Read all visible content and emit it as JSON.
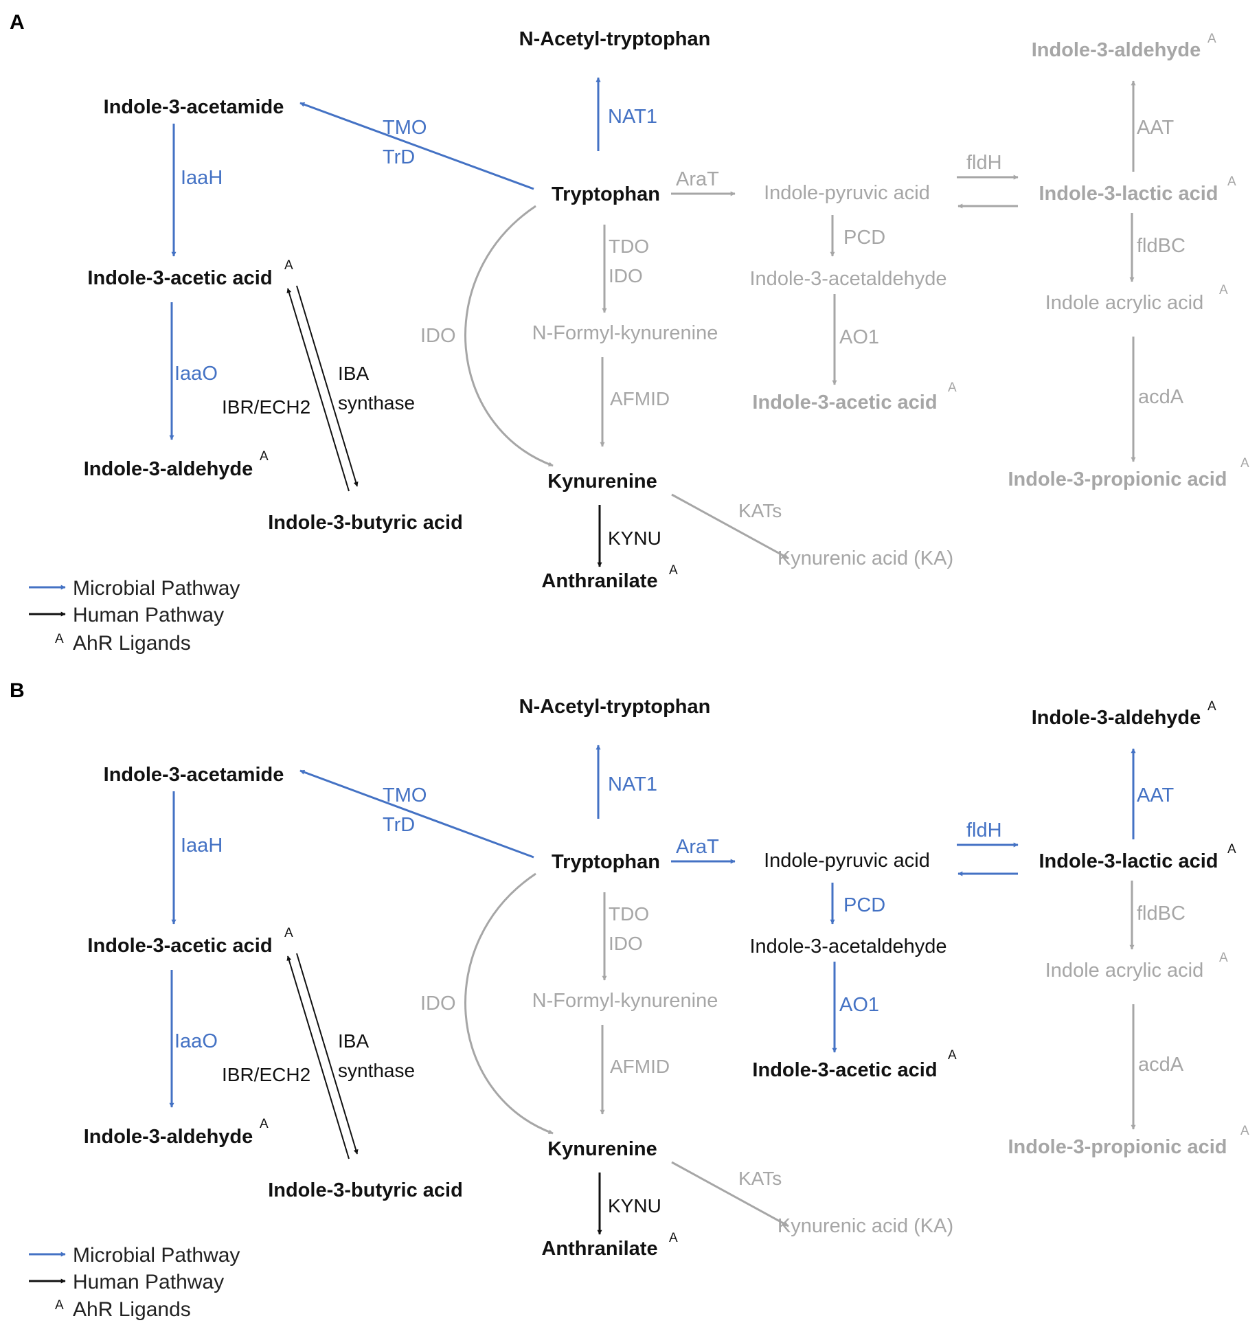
{
  "colors": {
    "blue": "#4472c4",
    "black": "#111111",
    "gray": "#a6a6a6",
    "dark_gray": "#7f7f7f"
  },
  "superscript": "A",
  "legend": {
    "microbial": "Microbial Pathway",
    "human": "Human Pathway",
    "ahr": "AhR Ligands"
  },
  "panels": [
    {
      "label": "A",
      "nodes": {
        "n_acetyl_trp": "N-Acetyl-tryptophan",
        "ind3_acetamide": "Indole-3-acetamide",
        "tryptophan": "Tryptophan",
        "ind3_acetic_left": "Indole-3-acetic acid",
        "ind3_aldehyde_left": "Indole-3-aldehyde",
        "ind3_butyric": "Indole-3-butyric acid",
        "n_formyl_kyn": "N-Formyl-kynurenine",
        "kynurenine": "Kynurenine",
        "anthranilate": "Anthranilate",
        "kynurenic": "Kynurenic acid (KA)",
        "ind_pyruvic": "Indole-pyruvic acid",
        "ind3_acetaldehyde": "Indole-3-acetaldehyde",
        "ind3_acetic_mid": "Indole-3-acetic acid",
        "ind3_aldehyde_right": "Indole-3-aldehyde",
        "ind3_lactic": "Indole-3-lactic acid",
        "ind_acrylic": "Indole acrylic acid",
        "ind3_propionic": "Indole-3-propionic acid"
      },
      "enzymes": {
        "nat1": "NAT1",
        "tmo": "TMO",
        "trd": "TrD",
        "iaah": "IaaH",
        "iaao": "IaaO",
        "ibr_ech2": "IBR/ECH2",
        "iba1": "IBA",
        "iba2": "synthase",
        "arat": "AraT",
        "tdo": "TDO",
        "ido_small": "IDO",
        "ido_arc": "IDO",
        "afmid": "AFMID",
        "kynu": "KYNU",
        "kats": "KATs",
        "pcd": "PCD",
        "ao1": "AO1",
        "fldh": "fldH",
        "aat": "AAT",
        "fldbc": "fldBC",
        "acda": "acdA"
      }
    },
    {
      "label": "B",
      "nodes": {
        "n_acetyl_trp": "N-Acetyl-tryptophan",
        "ind3_acetamide": "Indole-3-acetamide",
        "tryptophan": "Tryptophan",
        "ind3_acetic_left": "Indole-3-acetic acid",
        "ind3_aldehyde_left": "Indole-3-aldehyde",
        "ind3_butyric": "Indole-3-butyric acid",
        "n_formyl_kyn": "N-Formyl-kynurenine",
        "kynurenine": "Kynurenine",
        "anthranilate": "Anthranilate",
        "kynurenic": "Kynurenic acid (KA)",
        "ind_pyruvic": "Indole-pyruvic acid",
        "ind3_acetaldehyde": "Indole-3-acetaldehyde",
        "ind3_acetic_mid": "Indole-3-acetic acid",
        "ind3_aldehyde_right": "Indole-3-aldehyde",
        "ind3_lactic": "Indole-3-lactic acid",
        "ind_acrylic": "Indole acrylic acid",
        "ind3_propionic": "Indole-3-propionic acid"
      },
      "enzymes": {
        "nat1": "NAT1",
        "tmo": "TMO",
        "trd": "TrD",
        "iaah": "IaaH",
        "iaao": "IaaO",
        "ibr_ech2": "IBR/ECH2",
        "iba1": "IBA",
        "iba2": "synthase",
        "arat": "AraT",
        "tdo": "TDO",
        "ido_small": "IDO",
        "ido_arc": "IDO",
        "afmid": "AFMID",
        "kynu": "KYNU",
        "kats": "KATs",
        "pcd": "PCD",
        "ao1": "AO1",
        "fldh": "fldH",
        "aat": "AAT",
        "fldbc": "fldBC",
        "acda": "acdA"
      }
    }
  ]
}
